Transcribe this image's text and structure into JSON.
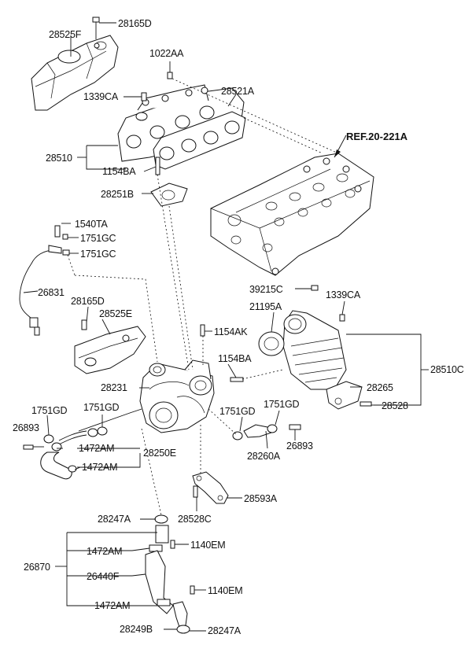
{
  "labels": {
    "p28165D_top": "28165D",
    "p28525F": "28525F",
    "p1022AA": "1022AA",
    "p1339CA_top": "1339CA",
    "p28521A": "28521A",
    "ref": "REF.20-221A",
    "p28510": "28510",
    "p1154BA_top": "1154BA",
    "p28251B": "28251B",
    "p1540TA": "1540TA",
    "p1751GC_a": "1751GC",
    "p1751GC_b": "1751GC",
    "p26831": "26831",
    "p28165D_mid": "28165D",
    "p28525E": "28525E",
    "p39215C": "39215C",
    "p1339CA_right": "1339CA",
    "p21195A": "21195A",
    "p1154AK": "1154AK",
    "p1154BA_mid": "1154BA",
    "p28510C": "28510C",
    "p28231": "28231",
    "p28265": "28265",
    "p28528": "28528",
    "p1751GD_a": "1751GD",
    "p1751GD_b": "1751GD",
    "p1751GD_c": "1751GD",
    "p1751GD_d": "1751GD",
    "p26893_left": "26893",
    "p26893_right": "26893",
    "p1472AM_a": "1472AM",
    "p1472AM_b": "1472AM",
    "p28250E": "28250E",
    "p28260A": "28260A",
    "p28593A": "28593A",
    "p28247A_top": "28247A",
    "p28528C": "28528C",
    "p1472AM_c": "1472AM",
    "p1140EM_a": "1140EM",
    "p26870": "26870",
    "p26440F": "26440F",
    "p1140EM_b": "1140EM",
    "p1472AM_d": "1472AM",
    "p28249B": "28249B",
    "p28247A_bot": "28247A"
  }
}
